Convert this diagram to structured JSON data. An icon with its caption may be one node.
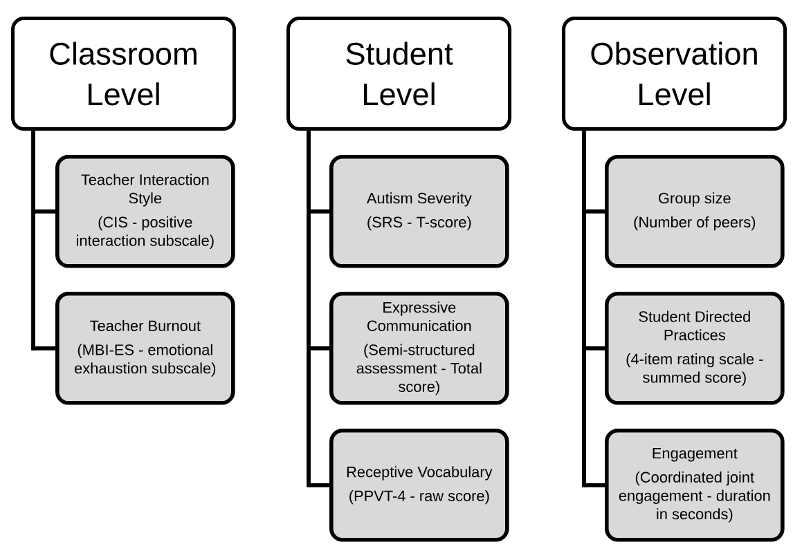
{
  "diagram": {
    "nodes": [
      {
        "text": [
          "Classroom Level"
        ]
      },
      {
        "text": [
          "Teacher Interaction Style",
          "(CIS - positive interaction subscale)"
        ]
      },
      {
        "text": [
          "Teacher Burnout",
          "(MBI-ES - emotional exhaustion subscale)"
        ]
      },
      {
        "text": [
          "Student Level"
        ]
      },
      {
        "text": [
          "Autism Severity",
          "(SRS - T-score)"
        ]
      },
      {
        "text": [
          "Expressive Communication",
          "(Semi-structured assessment - Total score)"
        ]
      },
      {
        "text": [
          "Receptive Vocabulary",
          "(PPVT-4 - raw score)"
        ]
      },
      {
        "text": [
          "Observation Level"
        ]
      },
      {
        "text": [
          "Group size",
          "(Number of peers)"
        ]
      },
      {
        "text": [
          "Student Directed Practices",
          "(4-item rating scale - summed score)"
        ]
      },
      {
        "text": [
          "Engagement",
          "(Coordinated joint engagement - duration in seconds)"
        ]
      }
    ],
    "edges": [
      {
        "from": 0,
        "to": 1,
        "arrow": "none"
      },
      {
        "from": 0,
        "to": 2,
        "arrow": "none"
      },
      {
        "from": 3,
        "to": 4,
        "arrow": "none"
      },
      {
        "from": 3,
        "to": 5,
        "arrow": "none"
      },
      {
        "from": 3,
        "to": 6,
        "arrow": "none"
      },
      {
        "from": 7,
        "to": 8,
        "arrow": "none"
      },
      {
        "from": 7,
        "to": 9,
        "arrow": "none"
      },
      {
        "from": 7,
        "to": 10,
        "arrow": "none"
      }
    ]
  }
}
